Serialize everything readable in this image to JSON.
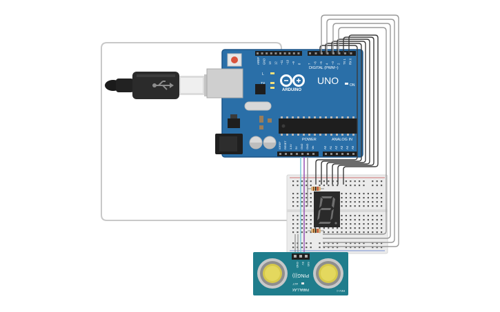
{
  "arduino": {
    "brand": "ARDUINO",
    "model": "UNO",
    "digital_label": "DIGITAL (PWM~)",
    "power_label": "POWER",
    "analog_label": "ANALOG IN",
    "on_label": "ON",
    "l_label": "L",
    "tx_label": "TX",
    "rx_label": "RX",
    "top_pin_labels": [
      "AREF",
      "GND",
      "13",
      "12",
      "~11",
      "~10",
      "~9",
      "8",
      "7",
      "~6",
      "~5",
      "4",
      "~3",
      "2",
      "TX 1",
      "RX 0"
    ],
    "power_pin_labels": [
      "IOREF",
      "RESET",
      "3.3V",
      "5V",
      "GND",
      "GND",
      "Vin"
    ],
    "analog_pin_labels": [
      "A0",
      "A1",
      "A2",
      "A3",
      "A4",
      "A5"
    ]
  },
  "sensor": {
    "name": "PING)))",
    "maker": "PARALLAX",
    "revision": "REV C",
    "pin_labels": [
      "GND",
      "5V",
      "SIG"
    ],
    "act_label": "ACT"
  },
  "display": {
    "digit": "8"
  },
  "colors": {
    "board": "#2a6fa8",
    "board_edge": "#1d5587",
    "breadboard": "#ebebeb",
    "sensor_pcb": "#1f7d8c",
    "wire_dark": "#3a3a3a",
    "wire_grey": "#9a9a9a",
    "wire_purple": "#9b59b6",
    "wire_cyan": "#7fc8d8",
    "segment_off": "#6f6f6f",
    "cable": "#2b2b2b"
  }
}
